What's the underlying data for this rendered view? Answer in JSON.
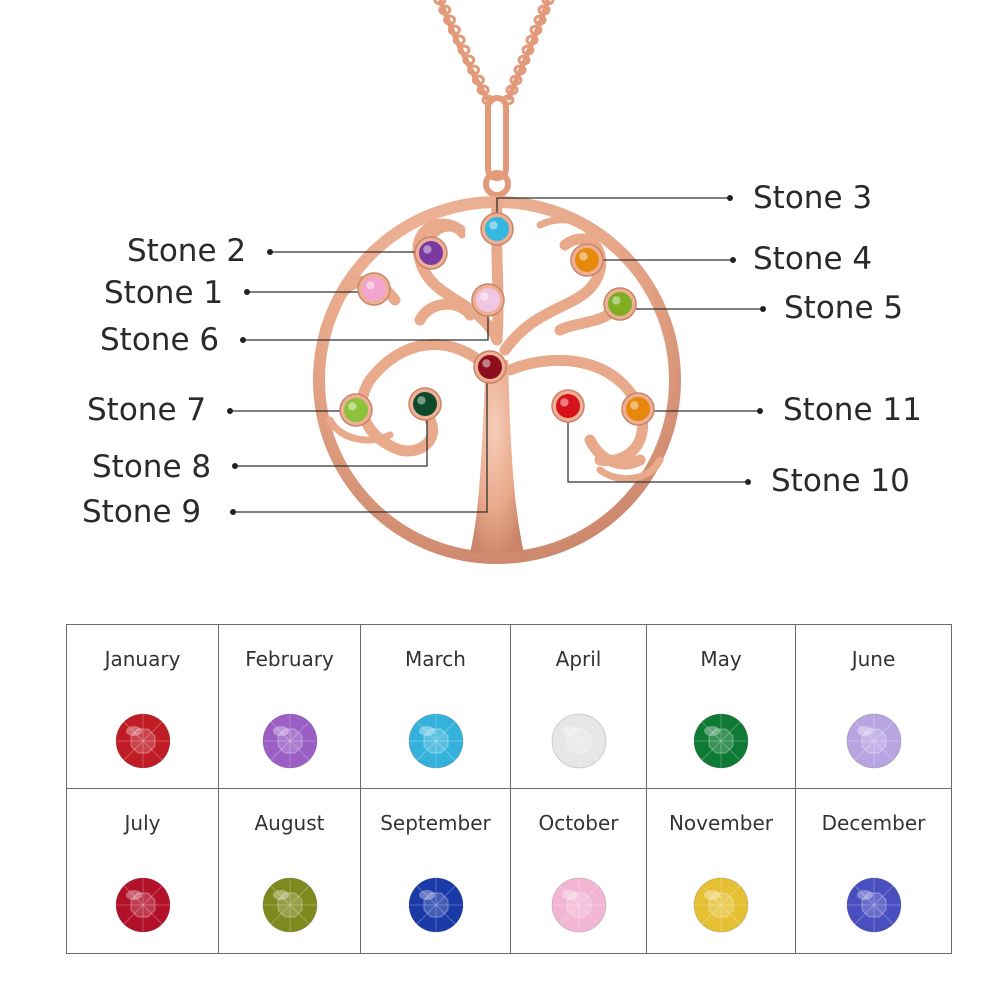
{
  "pendant": {
    "metal_color": "#e9a98b",
    "metal_highlight": "#f6cdb9",
    "metal_shadow": "#c98469",
    "stones": [
      {
        "label": "Stone 1",
        "color": "#f2a6cf"
      },
      {
        "label": "Stone 2",
        "color": "#7b3aa0"
      },
      {
        "label": "Stone 3",
        "color": "#35b7e0"
      },
      {
        "label": "Stone 4",
        "color": "#e58a0d"
      },
      {
        "label": "Stone 5",
        "color": "#7fae22"
      },
      {
        "label": "Stone 6",
        "color": "#f0c6e3"
      },
      {
        "label": "Stone 7",
        "color": "#8cc23a"
      },
      {
        "label": "Stone 8",
        "color": "#0d4a2c"
      },
      {
        "label": "Stone 9",
        "color": "#8e0f1c"
      },
      {
        "label": "Stone 10",
        "color": "#d8121c"
      },
      {
        "label": "Stone 11",
        "color": "#e7870b"
      }
    ]
  },
  "birthstone_chart": {
    "months": [
      {
        "name": "January",
        "color": "#c01c25"
      },
      {
        "name": "February",
        "color": "#9a5ec5"
      },
      {
        "name": "March",
        "color": "#35b2dc"
      },
      {
        "name": "April",
        "color": "#e6e6e6"
      },
      {
        "name": "May",
        "color": "#0f7a35"
      },
      {
        "name": "June",
        "color": "#b9a4e2"
      },
      {
        "name": "July",
        "color": "#b3112a"
      },
      {
        "name": "August",
        "color": "#7f8a1e"
      },
      {
        "name": "September",
        "color": "#1a3aa8"
      },
      {
        "name": "October",
        "color": "#f2b6d4"
      },
      {
        "name": "November",
        "color": "#e5c033"
      },
      {
        "name": "December",
        "color": "#4a4fbf"
      }
    ]
  }
}
